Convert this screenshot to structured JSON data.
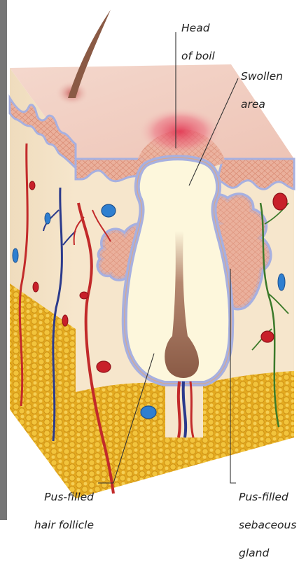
{
  "labels": {
    "head_of_boil": [
      "Head",
      "of boil"
    ],
    "swollen_area": [
      "Swollen",
      "area"
    ],
    "pus_filled_hair_follicle": [
      "Pus-filled",
      "hair follicle"
    ],
    "pus_filled_sebaceous_gland": [
      "Pus-filled",
      "sebaceous",
      "gland"
    ]
  },
  "colors": {
    "skin_surface": "#f1cfc4",
    "dermis": "#f6e6cc",
    "fat": "#e9b52b",
    "pus": "#fdf7dc",
    "epidermis_cells": "#e9a58f",
    "basal_layer": "#b7bfe6",
    "hair": "#8a5a45",
    "artery": "#c22a2a",
    "vein": "#2b3a8c",
    "nerve": "#3b7a2a",
    "inflammation": "#e0405a",
    "side_stripe": "#767676"
  }
}
